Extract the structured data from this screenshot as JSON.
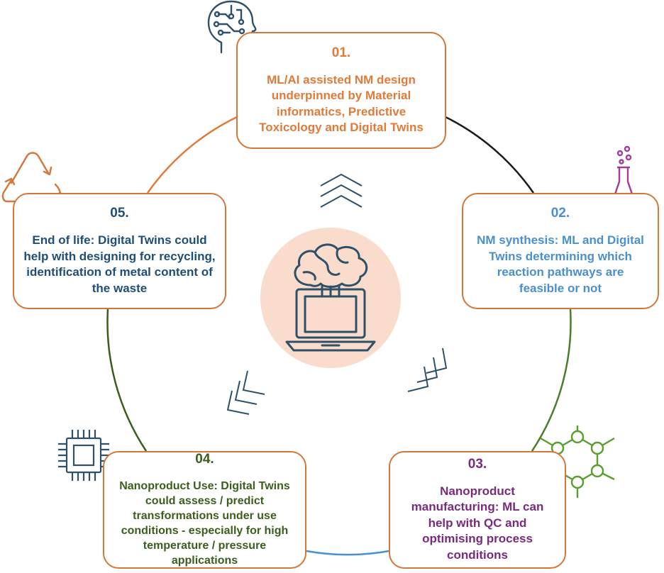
{
  "colors": {
    "box_border": "#d3773a",
    "stage_01": "#e07b39",
    "stage_02": "#4a90d0",
    "stage_03": "#7a2a7e",
    "stage_04": "#3b5e1c",
    "stage_05": "#1f4e79",
    "center_circle": "#f9dccb",
    "icon_dark": "#2e5068"
  },
  "stages": [
    {
      "number": "01.",
      "text": "ML/AI assisted NM design underpinned by Material informatics, Predictive Toxicology and Digital Twins",
      "icon": "brain-circuit-head-icon"
    },
    {
      "number": "02.",
      "text": "NM synthesis: ML and Digital Twins determining which reaction pathways are feasible or not",
      "icon": "flask-icon"
    },
    {
      "number": "03.",
      "text": "Nanoproduct manufacturing: ML can help with QC and optimising process conditions",
      "icon": "molecule-icon"
    },
    {
      "number": "04.",
      "text": "Nanoproduct Use: Digital Twins could assess / predict transformations under use conditions - especially for high temperature / pressure applications",
      "icon": "microchip-icon"
    },
    {
      "number": "05.",
      "text": "End of life: Digital Twins could help with designing for recycling, identification of metal content of the waste",
      "icon": "recycle-icon"
    }
  ],
  "center": {
    "icon": "laptop-brain-icon"
  }
}
